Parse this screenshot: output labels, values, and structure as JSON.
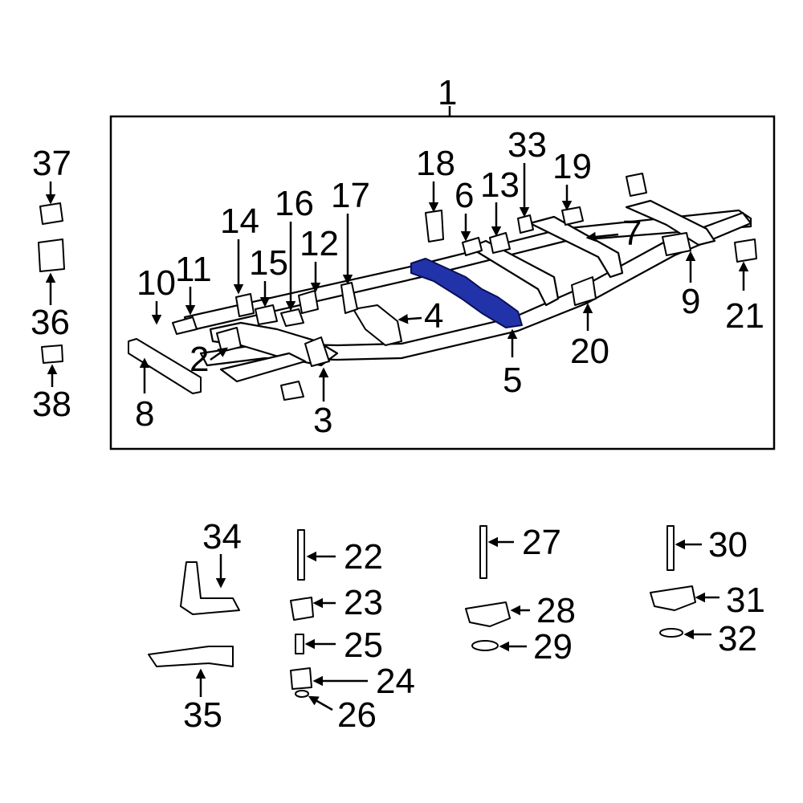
{
  "diagram": {
    "highlight_color": "#2233aa",
    "callouts": {
      "c1": "1",
      "c2": "2",
      "c3": "3",
      "c4": "4",
      "c5": "5",
      "c6": "6",
      "c7": "7",
      "c8": "8",
      "c9": "9",
      "c10": "10",
      "c11": "11",
      "c12": "12",
      "c13": "13",
      "c14": "14",
      "c15": "15",
      "c16": "16",
      "c17": "17",
      "c18": "18",
      "c19": "19",
      "c20": "20",
      "c21": "21",
      "c22": "22",
      "c23": "23",
      "c24": "24",
      "c25": "25",
      "c26": "26",
      "c27": "27",
      "c28": "28",
      "c29": "29",
      "c30": "30",
      "c31": "31",
      "c32": "32",
      "c33": "33",
      "c34": "34",
      "c35": "35",
      "c36": "36",
      "c37": "37",
      "c38": "38"
    }
  }
}
